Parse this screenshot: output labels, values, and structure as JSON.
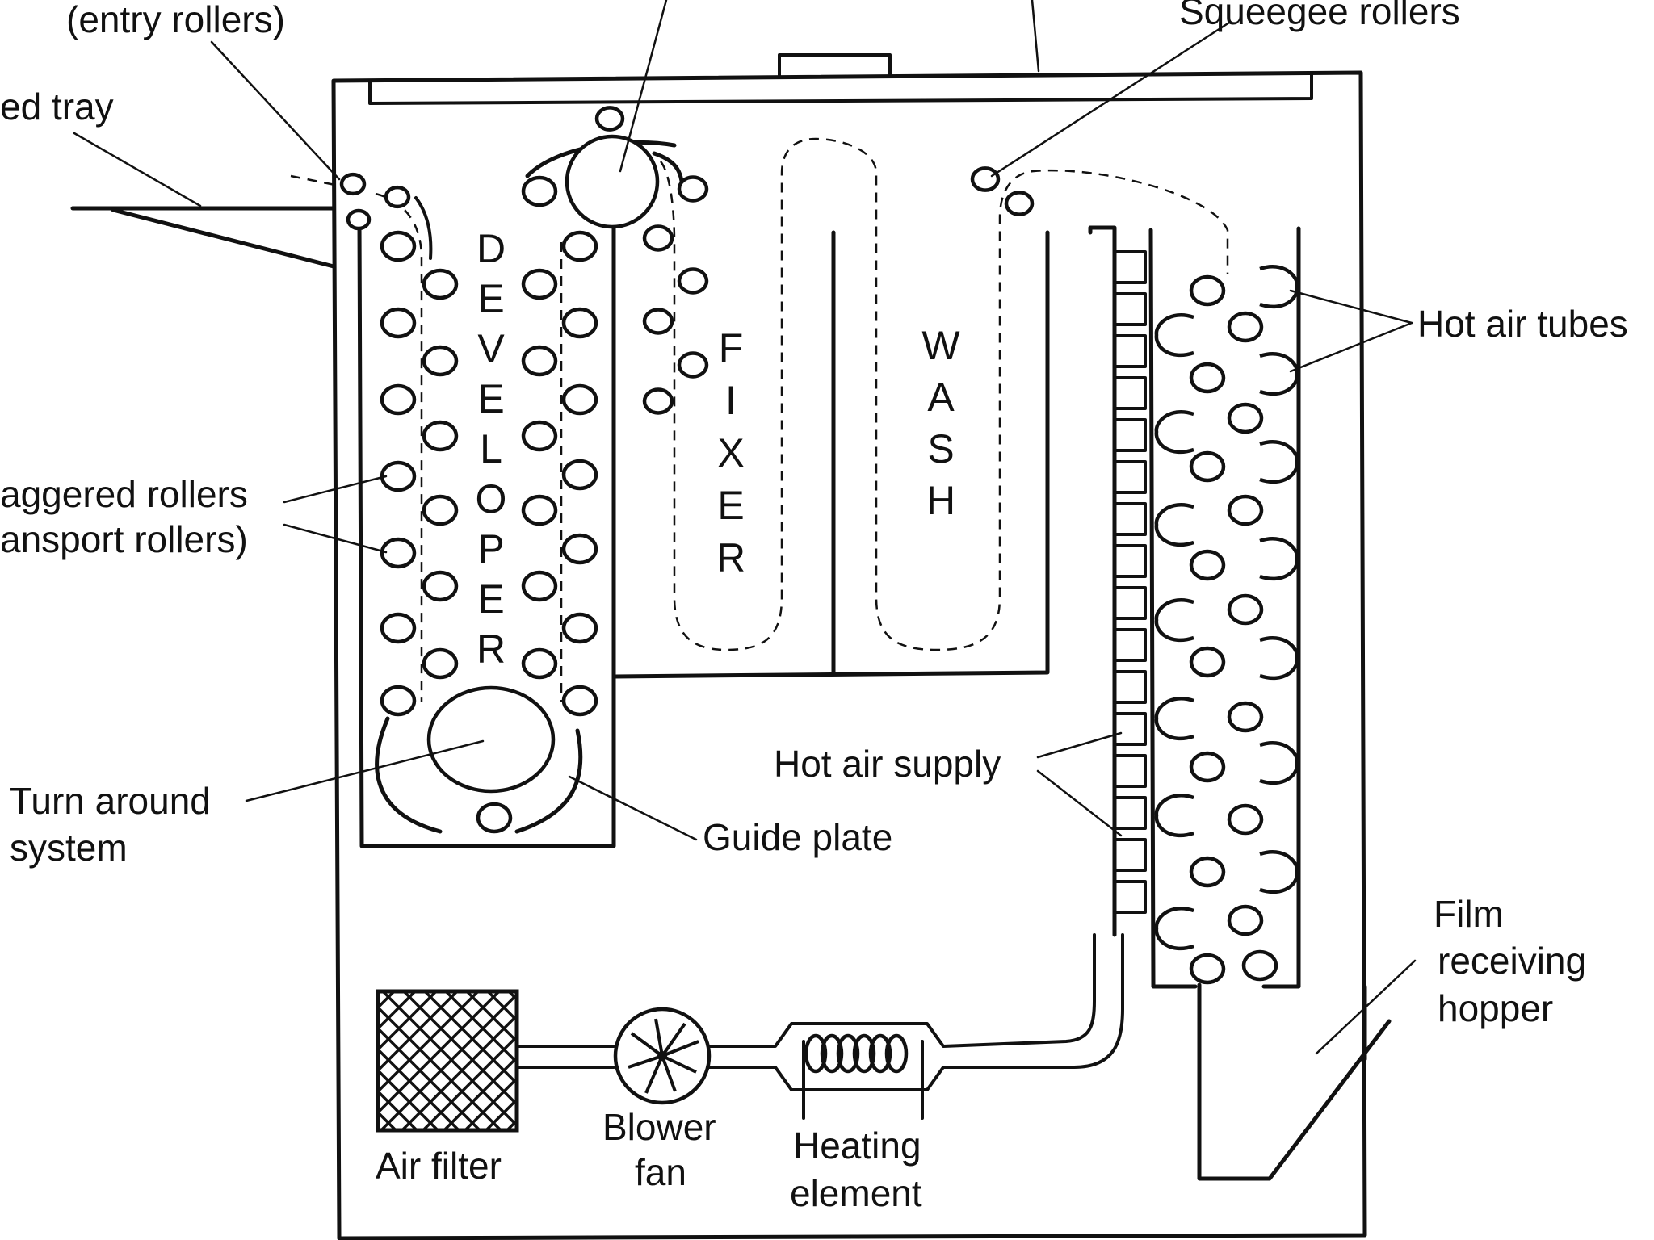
{
  "labels": {
    "entry_rollers": "(entry rollers)",
    "feed_tray": "ed tray",
    "squeegee_rollers": "Squeegee rollers",
    "hot_air_tubes": "Hot air tubes",
    "staggered_rollers_1": "aggered rollers",
    "staggered_rollers_2": "ansport rollers)",
    "turn_around_1": "Turn around",
    "turn_around_2": "system",
    "guide_plate": "Guide plate",
    "hot_air_supply": "Hot air supply",
    "film_hopper_1": "Film",
    "film_hopper_2": "receiving",
    "film_hopper_3": "hopper",
    "air_filter": "Air filter",
    "blower_fan_1": "Blower",
    "blower_fan_2": "fan",
    "heating_element_1": "Heating",
    "heating_element_2": "element"
  },
  "tanks": {
    "developer": [
      "D",
      "E",
      "V",
      "E",
      "L",
      "O",
      "P",
      "E",
      "R"
    ],
    "fixer": [
      "F",
      "I",
      "X",
      "E",
      "R"
    ],
    "wash": [
      "W",
      "A",
      "S",
      "H"
    ]
  }
}
